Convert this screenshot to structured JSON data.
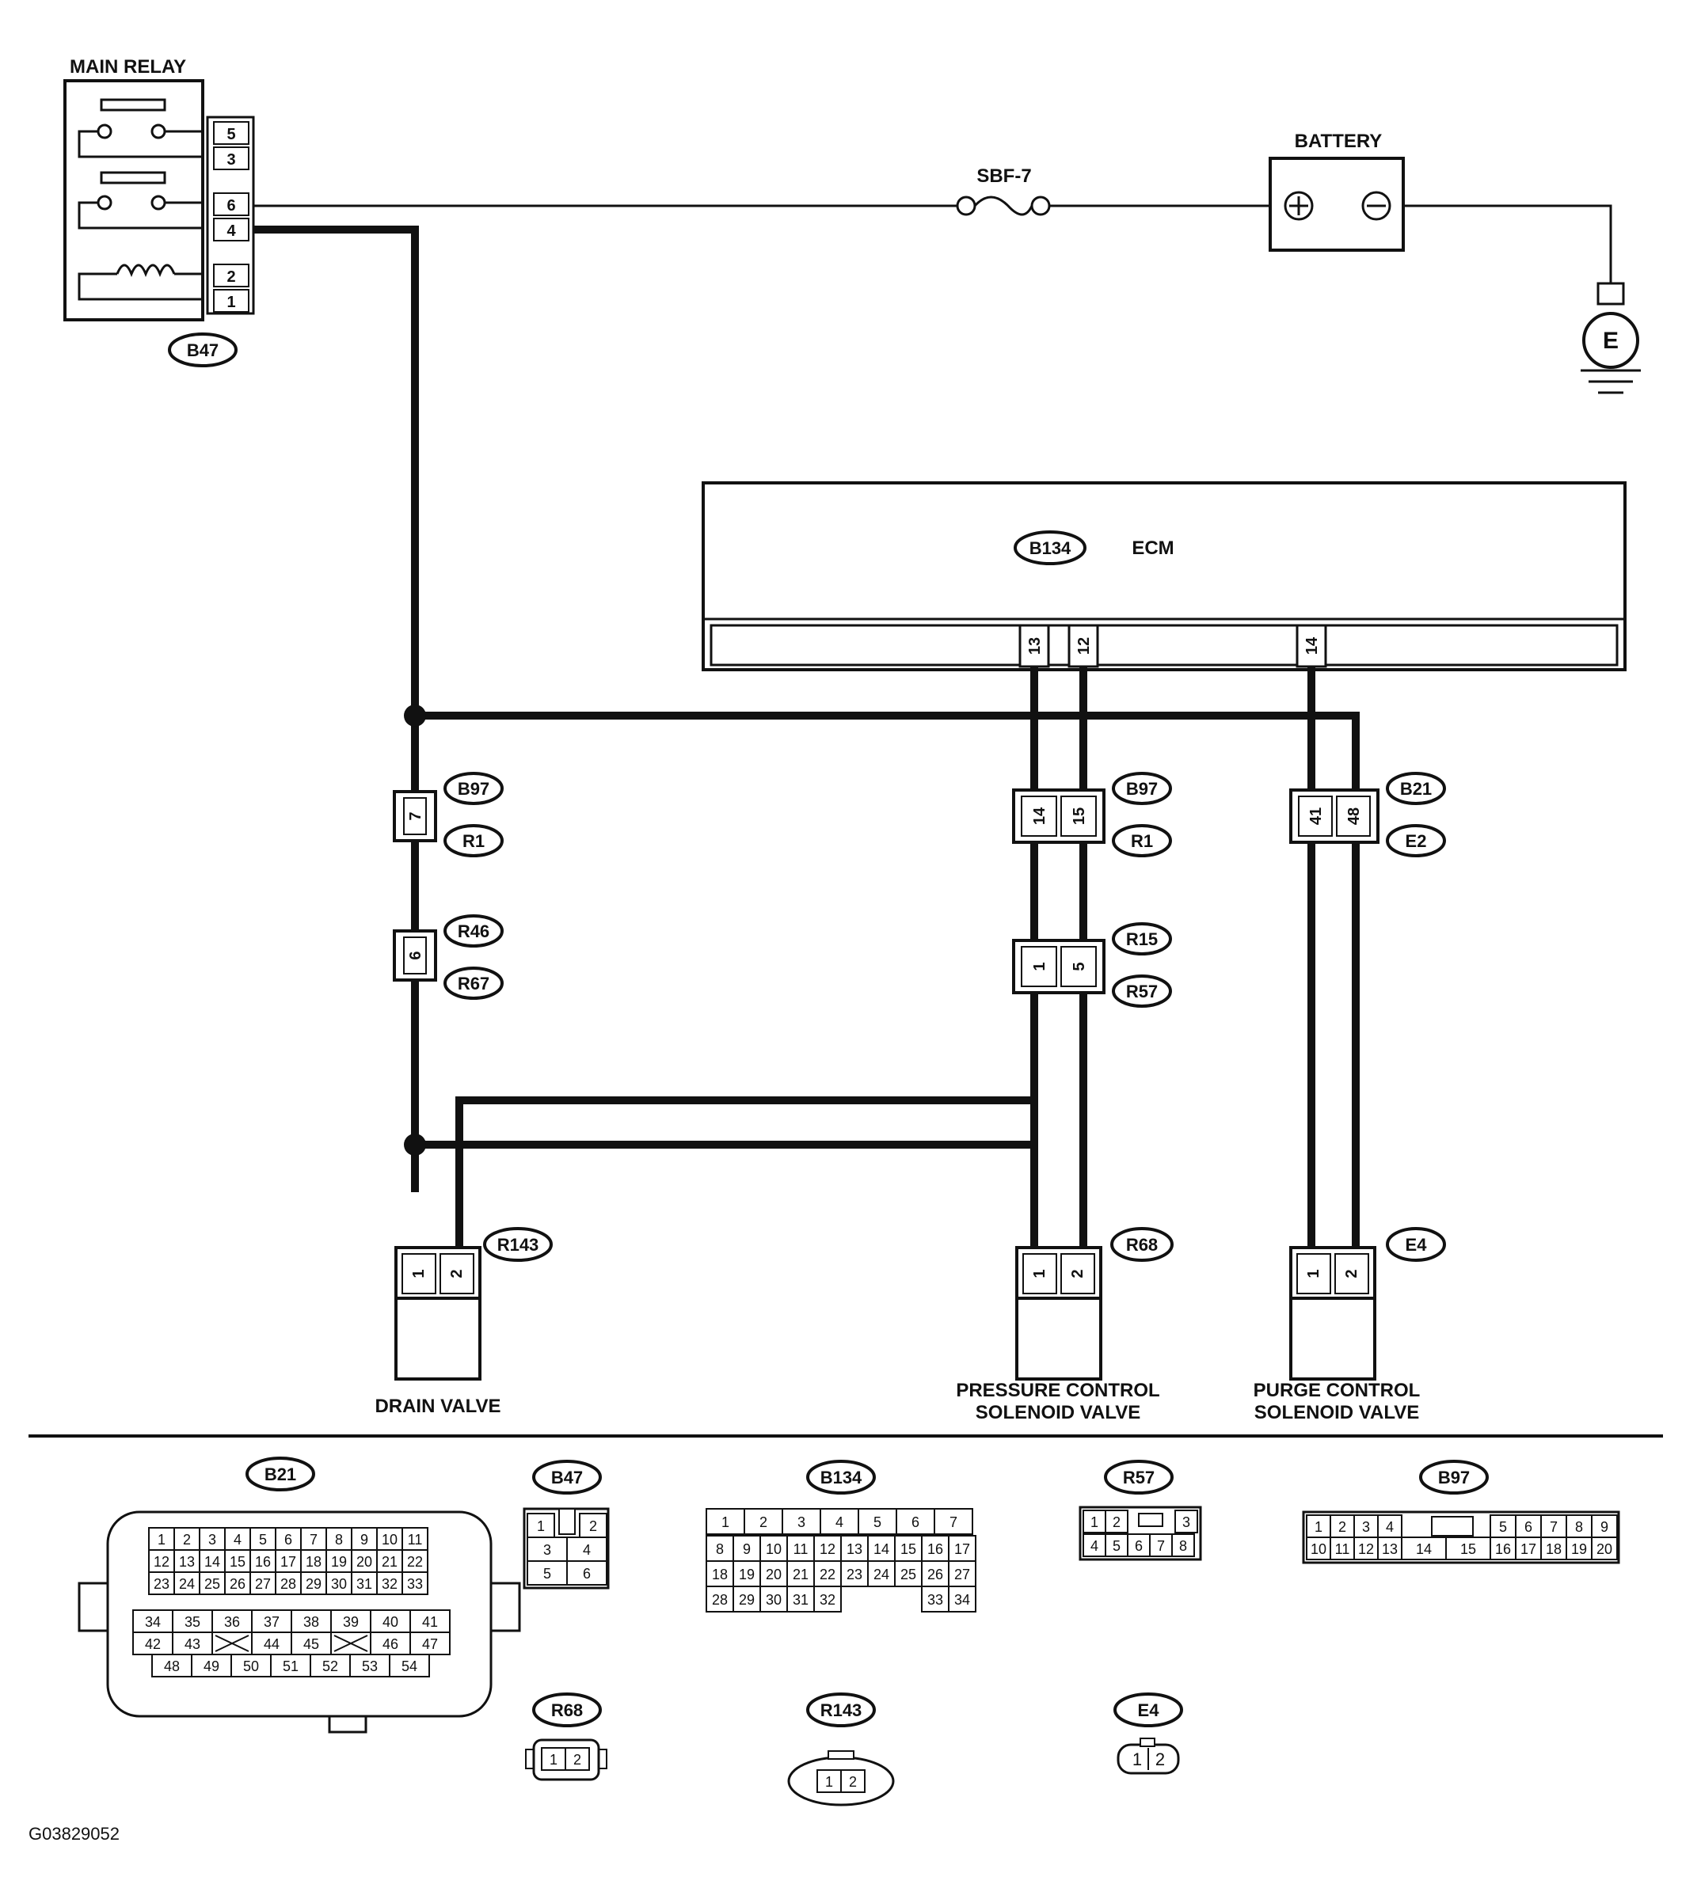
{
  "components": {
    "main_relay": "MAIN RELAY",
    "battery": "BATTERY",
    "fuse": "SBF-7",
    "ground": "E",
    "ecm": "ECM",
    "drain_valve": "DRAIN VALVE",
    "pressure_valve_1": "PRESSURE CONTROL",
    "pressure_valve_2": "SOLENOID VALVE",
    "purge_valve_1": "PURGE CONTROL",
    "purge_valve_2": "SOLENOID VALVE"
  },
  "tags": {
    "b47": "B47",
    "b134": "B134",
    "b97": "B97",
    "r1": "R1",
    "r46": "R46",
    "r67": "R67",
    "r15": "R15",
    "r57": "R57",
    "b21": "B21",
    "e2": "E2",
    "r143": "R143",
    "r68": "R68",
    "e4": "E4"
  },
  "pins": {
    "relay": [
      "5",
      "3",
      "6",
      "4",
      "2",
      "1"
    ],
    "ecm_13": "13",
    "ecm_12": "12",
    "ecm_14": "14",
    "b97_7": "7",
    "r46_6": "6",
    "b97_14": "14",
    "b97_15": "15",
    "r15_1": "1",
    "r15_5": "5",
    "b21_41": "41",
    "b21_48": "48",
    "r143_1": "1",
    "r143_2": "2",
    "r68_1": "1",
    "r68_2": "2",
    "e4_1": "1",
    "e4_2": "2"
  },
  "connector_views": {
    "b21": {
      "tag": "B21",
      "row1": [
        "1",
        "2",
        "3",
        "4",
        "5",
        "6",
        "7",
        "8",
        "9",
        "10",
        "11"
      ],
      "row2": [
        "12",
        "13",
        "14",
        "15",
        "16",
        "17",
        "18",
        "19",
        "20",
        "21",
        "22"
      ],
      "row3": [
        "23",
        "24",
        "25",
        "26",
        "27",
        "28",
        "29",
        "30",
        "31",
        "32",
        "33"
      ],
      "row4": [
        "34",
        "35",
        "36",
        "37",
        "38",
        "39",
        "40",
        "41"
      ],
      "row5": [
        "42",
        "43",
        "",
        "44",
        "45",
        "",
        "46",
        "47"
      ],
      "row6": [
        "48",
        "49",
        "50",
        "51",
        "52",
        "53",
        "54"
      ]
    },
    "b47": {
      "tag": "B47",
      "row1": [
        "1",
        "",
        "2"
      ],
      "row2": [
        "3",
        "4"
      ],
      "row3": [
        "5",
        "6"
      ]
    },
    "b134": {
      "tag": "B134",
      "row1": [
        "1",
        "2",
        "3",
        "4",
        "5",
        "6",
        "7"
      ],
      "row2": [
        "8",
        "9",
        "10",
        "11",
        "12",
        "13",
        "14",
        "15",
        "16",
        "17"
      ],
      "row3": [
        "18",
        "19",
        "20",
        "21",
        "22",
        "23",
        "24",
        "25",
        "26",
        "27"
      ],
      "row4": [
        "28",
        "29",
        "30",
        "31",
        "32",
        "33",
        "34"
      ]
    },
    "r57": {
      "tag": "R57",
      "row1": [
        "1",
        "2",
        "3"
      ],
      "row2": [
        "4",
        "5",
        "6",
        "7",
        "8"
      ]
    },
    "b97": {
      "tag": "B97",
      "row1": [
        "1",
        "2",
        "3",
        "4",
        "5",
        "6",
        "7",
        "8",
        "9"
      ],
      "row2": [
        "10",
        "11",
        "12",
        "13",
        "14",
        "15",
        "16",
        "17",
        "18",
        "19",
        "20"
      ]
    },
    "r68": {
      "tag": "R68",
      "pins": [
        "1",
        "2"
      ]
    },
    "r143": {
      "tag": "R143",
      "pins": [
        "1",
        "2"
      ]
    },
    "e4": {
      "tag": "E4",
      "pins": [
        "1",
        "2"
      ]
    }
  },
  "figure_id": "G03829052"
}
